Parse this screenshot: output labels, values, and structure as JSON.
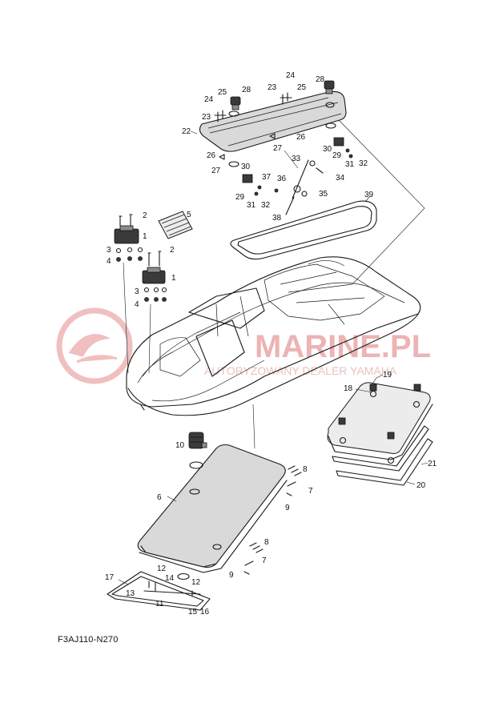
{
  "diagram_code": "F3AJ110-N270",
  "watermark": {
    "brand": "MARINE.PL",
    "tagline": "AUTORYZOWANY DEALER YAMAHA"
  },
  "callouts": {
    "c1a": "1",
    "c1b": "1",
    "c2a": "2",
    "c2b": "2",
    "c3a": "3",
    "c3b": "3",
    "c4a": "4",
    "c4b": "4",
    "c5": "5",
    "c6": "6",
    "c7a": "7",
    "c7b": "7",
    "c8a": "8",
    "c8b": "8",
    "c9a": "9",
    "c9b": "9",
    "c10": "10",
    "c11": "11",
    "c12a": "12",
    "c12b": "12",
    "c13": "13",
    "c14": "14",
    "c15": "15",
    "c16": "16",
    "c17": "17",
    "c18": "18",
    "c19": "19",
    "c20": "20",
    "c21": "21",
    "c22": "22",
    "c23a": "23",
    "c23b": "23",
    "c24a": "24",
    "c24b": "24",
    "c25a": "25",
    "c25b": "25",
    "c26a": "26",
    "c26b": "26",
    "c27a": "27",
    "c27b": "27",
    "c28a": "28",
    "c28b": "28",
    "c29a": "29",
    "c29b": "29",
    "c30a": "30",
    "c30b": "30",
    "c31a": "31",
    "c31b": "31",
    "c32a": "32",
    "c32b": "32",
    "c33": "33",
    "c34": "34",
    "c35": "35",
    "c36": "36",
    "c37": "37",
    "c38": "38",
    "c39": "39"
  }
}
